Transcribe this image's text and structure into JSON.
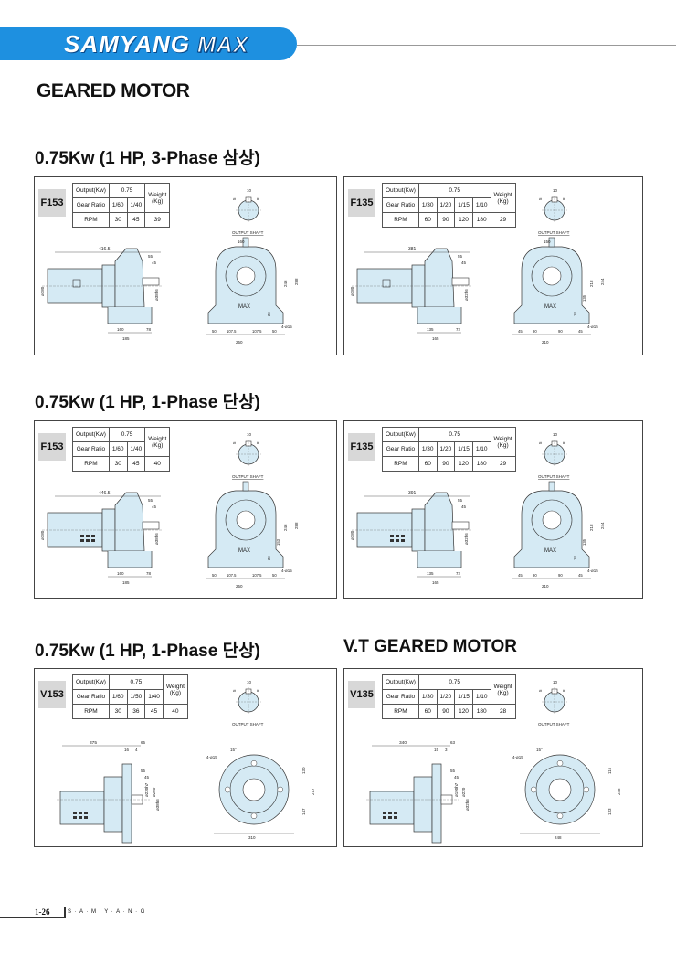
{
  "header": {
    "brand_main": "SAMYANG",
    "brand_max": "MAX",
    "page_title": "GEARED MOTOR"
  },
  "sections": {
    "s1": "0.75Kw (1 HP, 3-Phase 삼상)",
    "s2": "0.75Kw (1 HP, 1-Phase 단상)",
    "s3": "0.75Kw (1 HP, 1-Phase 단상)",
    "s4": "V.T GEARED MOTOR"
  },
  "labels": {
    "output": "Output(Kw)",
    "gear_ratio": "Gear Ratio",
    "rpm": "RPM",
    "weight": "Weight",
    "kg": "(Kg)",
    "output_shaft": "OUTPUT SHAFT",
    "max": "MAX"
  },
  "panels": {
    "p1": {
      "model": "F153",
      "output": "0.75",
      "ratios": [
        "1/60",
        "1/40"
      ],
      "rpms": [
        "30",
        "45"
      ],
      "weight": "39",
      "dims": {
        "len": "416.5",
        "a": "55",
        "b": "45",
        "shaft": "ø38h6",
        "dia": "ø180",
        "base1": "160",
        "base2": "78",
        "base3": "185",
        "w": "160",
        "h1": "246",
        "h2": "288",
        "c1": "50",
        "c2": "107.5",
        "c3": "107.5",
        "c4": "50",
        "tot": "250",
        "hole": "4-ø15",
        "g": "20"
      }
    },
    "p2": {
      "model": "F135",
      "output": "0.75",
      "ratios": [
        "1/30",
        "1/20",
        "1/15",
        "1/10"
      ],
      "rpms": [
        "60",
        "90",
        "120",
        "180"
      ],
      "weight": "29",
      "dims": {
        "len": "381",
        "a": "55",
        "b": "45",
        "shaft": "ø32h6",
        "dia": "ø180",
        "base1": "135",
        "base2": "72",
        "base3": "165",
        "w": "150",
        "h1": "218",
        "h2": "244",
        "c1": "45",
        "c2": "90",
        "c3": "90",
        "c4": "45",
        "tot": "210",
        "hole": "4-ø15",
        "g": "18",
        "h3": "135"
      }
    },
    "p3": {
      "model": "F153",
      "output": "0.75",
      "ratios": [
        "1/60",
        "1/40"
      ],
      "rpms": [
        "30",
        "45"
      ],
      "weight": "40",
      "dims": {
        "len": "446.5",
        "a": "55",
        "b": "45",
        "shaft": "ø38h6",
        "dia": "ø180",
        "base1": "160",
        "base2": "78",
        "base3": "185",
        "h1": "246",
        "h2": "288",
        "c1": "50",
        "c2": "107.5",
        "c3": "107.5",
        "c4": "50",
        "tot": "250",
        "hole": "4-ø15",
        "g": "20",
        "h3": "153"
      }
    },
    "p4": {
      "model": "F135",
      "output": "0.75",
      "ratios": [
        "1/30",
        "1/20",
        "1/15",
        "1/10"
      ],
      "rpms": [
        "60",
        "90",
        "120",
        "180"
      ],
      "weight": "29",
      "dims": {
        "len": "391",
        "a": "55",
        "b": "45",
        "shaft": "ø32h6",
        "dia": "ø180",
        "base1": "135",
        "base2": "72",
        "base3": "165",
        "h1": "218",
        "h2": "244",
        "c1": "45",
        "c2": "90",
        "c3": "90",
        "c4": "45",
        "tot": "210",
        "hole": "4-ø15",
        "g": "18",
        "h3": "135"
      }
    },
    "p5": {
      "model": "V153",
      "output": "0.75",
      "ratios": [
        "1/60",
        "1/50",
        "1/40"
      ],
      "rpms": [
        "30",
        "36",
        "45"
      ],
      "weight": "40",
      "dims": {
        "len": "375",
        "a": "65",
        "b": "16",
        "c": "4",
        "d": "55",
        "e": "45",
        "shaft": "ø38h6",
        "f": "ø230h7",
        "g": "ø260",
        "hole": "4-ø15",
        "ang": "15°",
        "h1": "130",
        "h2": "277",
        "h3": "147",
        "w": "310"
      }
    },
    "p6": {
      "model": "V135",
      "output": "0.75",
      "ratios": [
        "1/30",
        "1/20",
        "1/15",
        "1/10"
      ],
      "rpms": [
        "60",
        "90",
        "120",
        "180"
      ],
      "weight": "28",
      "dims": {
        "len": "340",
        "a": "63",
        "b": "15",
        "c": "3",
        "d": "55",
        "e": "45",
        "shaft": "ø32h6",
        "f": "ø190h7",
        "g": "ø220",
        "hole": "4-ø15",
        "ang": "15°",
        "h1": "115",
        "h2": "248",
        "h3": "133",
        "w": "248"
      }
    }
  },
  "shaft": {
    "w": "10",
    "a": "8",
    "b": "5"
  },
  "footer": {
    "page": "1-26",
    "brand": "S · A · M · Y · A · N · G"
  },
  "colors": {
    "brand_blue": "#1e90e0",
    "motor_fill": "#d5eaf4",
    "line": "#333333"
  }
}
